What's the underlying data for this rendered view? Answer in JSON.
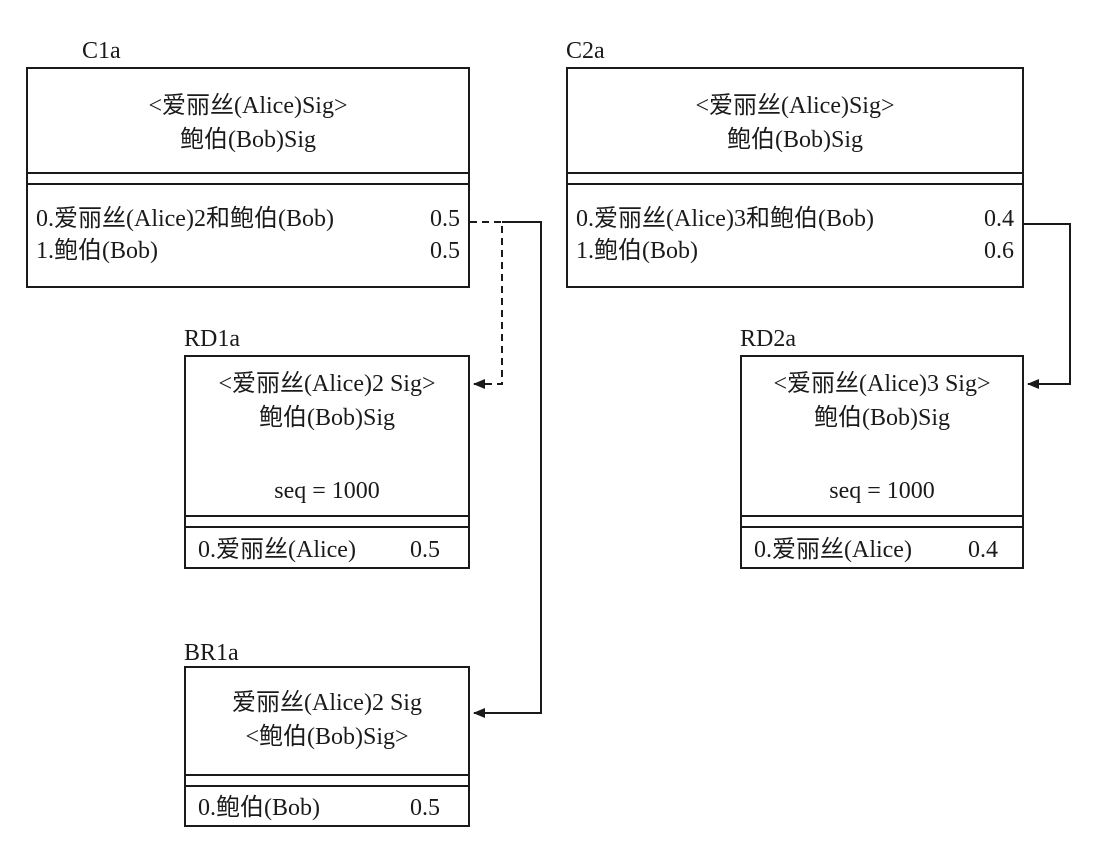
{
  "labels": {
    "c1a": "C1a",
    "c2a": "C2a",
    "rd1a": "RD1a",
    "rd2a": "RD2a",
    "br1a": "BR1a"
  },
  "c1a": {
    "sig_line1": "<爱丽丝(Alice)Sig>",
    "sig_line2": "鲍伯(Bob)Sig",
    "outputs": [
      {
        "key": "0.爱丽丝(Alice)2和鲍伯(Bob)",
        "value": "0.5"
      },
      {
        "key": "1.鲍伯(Bob)",
        "value": "0.5"
      }
    ]
  },
  "c2a": {
    "sig_line1": "<爱丽丝(Alice)Sig>",
    "sig_line2": "鲍伯(Bob)Sig",
    "outputs": [
      {
        "key": "0.爱丽丝(Alice)3和鲍伯(Bob)",
        "value": "0.4"
      },
      {
        "key": "1.鲍伯(Bob)",
        "value": "0.6"
      }
    ]
  },
  "rd1a": {
    "sig_line1": "<爱丽丝(Alice)2 Sig>",
    "sig_line2": "鲍伯(Bob)Sig",
    "seq": "seq = 1000",
    "output": {
      "key": "0.爱丽丝(Alice)",
      "value": "0.5"
    }
  },
  "rd2a": {
    "sig_line1": "<爱丽丝(Alice)3 Sig>",
    "sig_line2": "鲍伯(Bob)Sig",
    "seq": "seq = 1000",
    "output": {
      "key": "0.爱丽丝(Alice)",
      "value": "0.4"
    }
  },
  "br1a": {
    "sig_line1": "爱丽丝(Alice)2 Sig",
    "sig_line2": "<鲍伯(Bob)Sig>",
    "output": {
      "key": "0.鲍伯(Bob)",
      "value": "0.5"
    }
  },
  "connectors": [
    {
      "from": "c1a.output0",
      "to": "rd1a",
      "style": "dashed"
    },
    {
      "from": "c1a.output0",
      "to": "br1a",
      "style": "solid"
    },
    {
      "from": "c2a.output0",
      "to": "rd2a",
      "style": "solid"
    }
  ]
}
